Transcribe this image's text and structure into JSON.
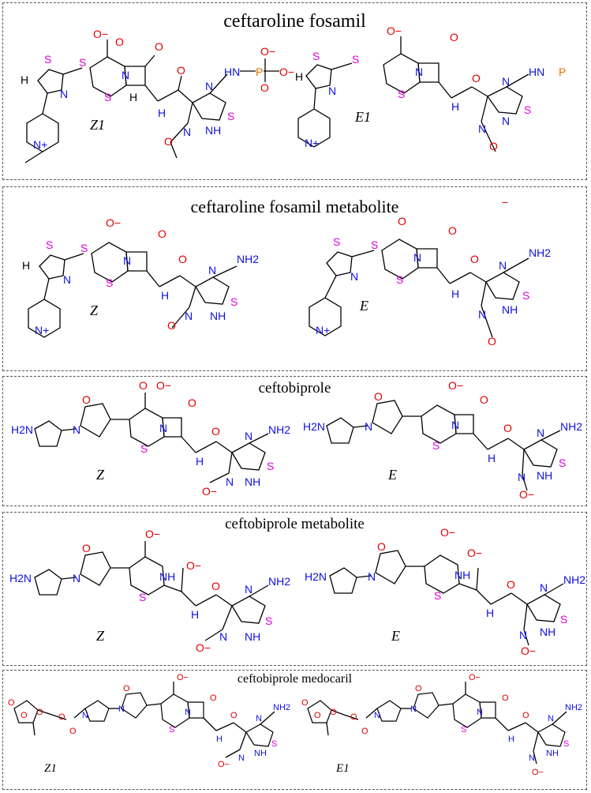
{
  "panels": [
    {
      "title": "ceftaroline fosamil",
      "left_label": "Z1",
      "right_label": "E1"
    },
    {
      "title": "ceftaroline fosamil  metabolite",
      "left_label": "Z",
      "right_label": "E"
    },
    {
      "title": "ceftobiprole",
      "left_label": "Z",
      "right_label": "E"
    },
    {
      "title": "ceftobiprole metabolite",
      "left_label": "Z",
      "right_label": "E"
    },
    {
      "title": "ceftobiprole medocaril",
      "left_label": "Z1",
      "right_label": "E1"
    }
  ],
  "atom_labels": {
    "S": "S",
    "N": "N",
    "O": "O",
    "H": "H",
    "P": "P",
    "NH": "NH",
    "HN": "HN",
    "NH2": "NH2",
    "H2N": "H2N",
    "Nplus": "N+",
    "Ominus": "O−",
    "minus": "−"
  },
  "colors": {
    "S": "#e000e0",
    "N": "#1010e0",
    "O": "#e00000",
    "P": "#e07000"
  }
}
